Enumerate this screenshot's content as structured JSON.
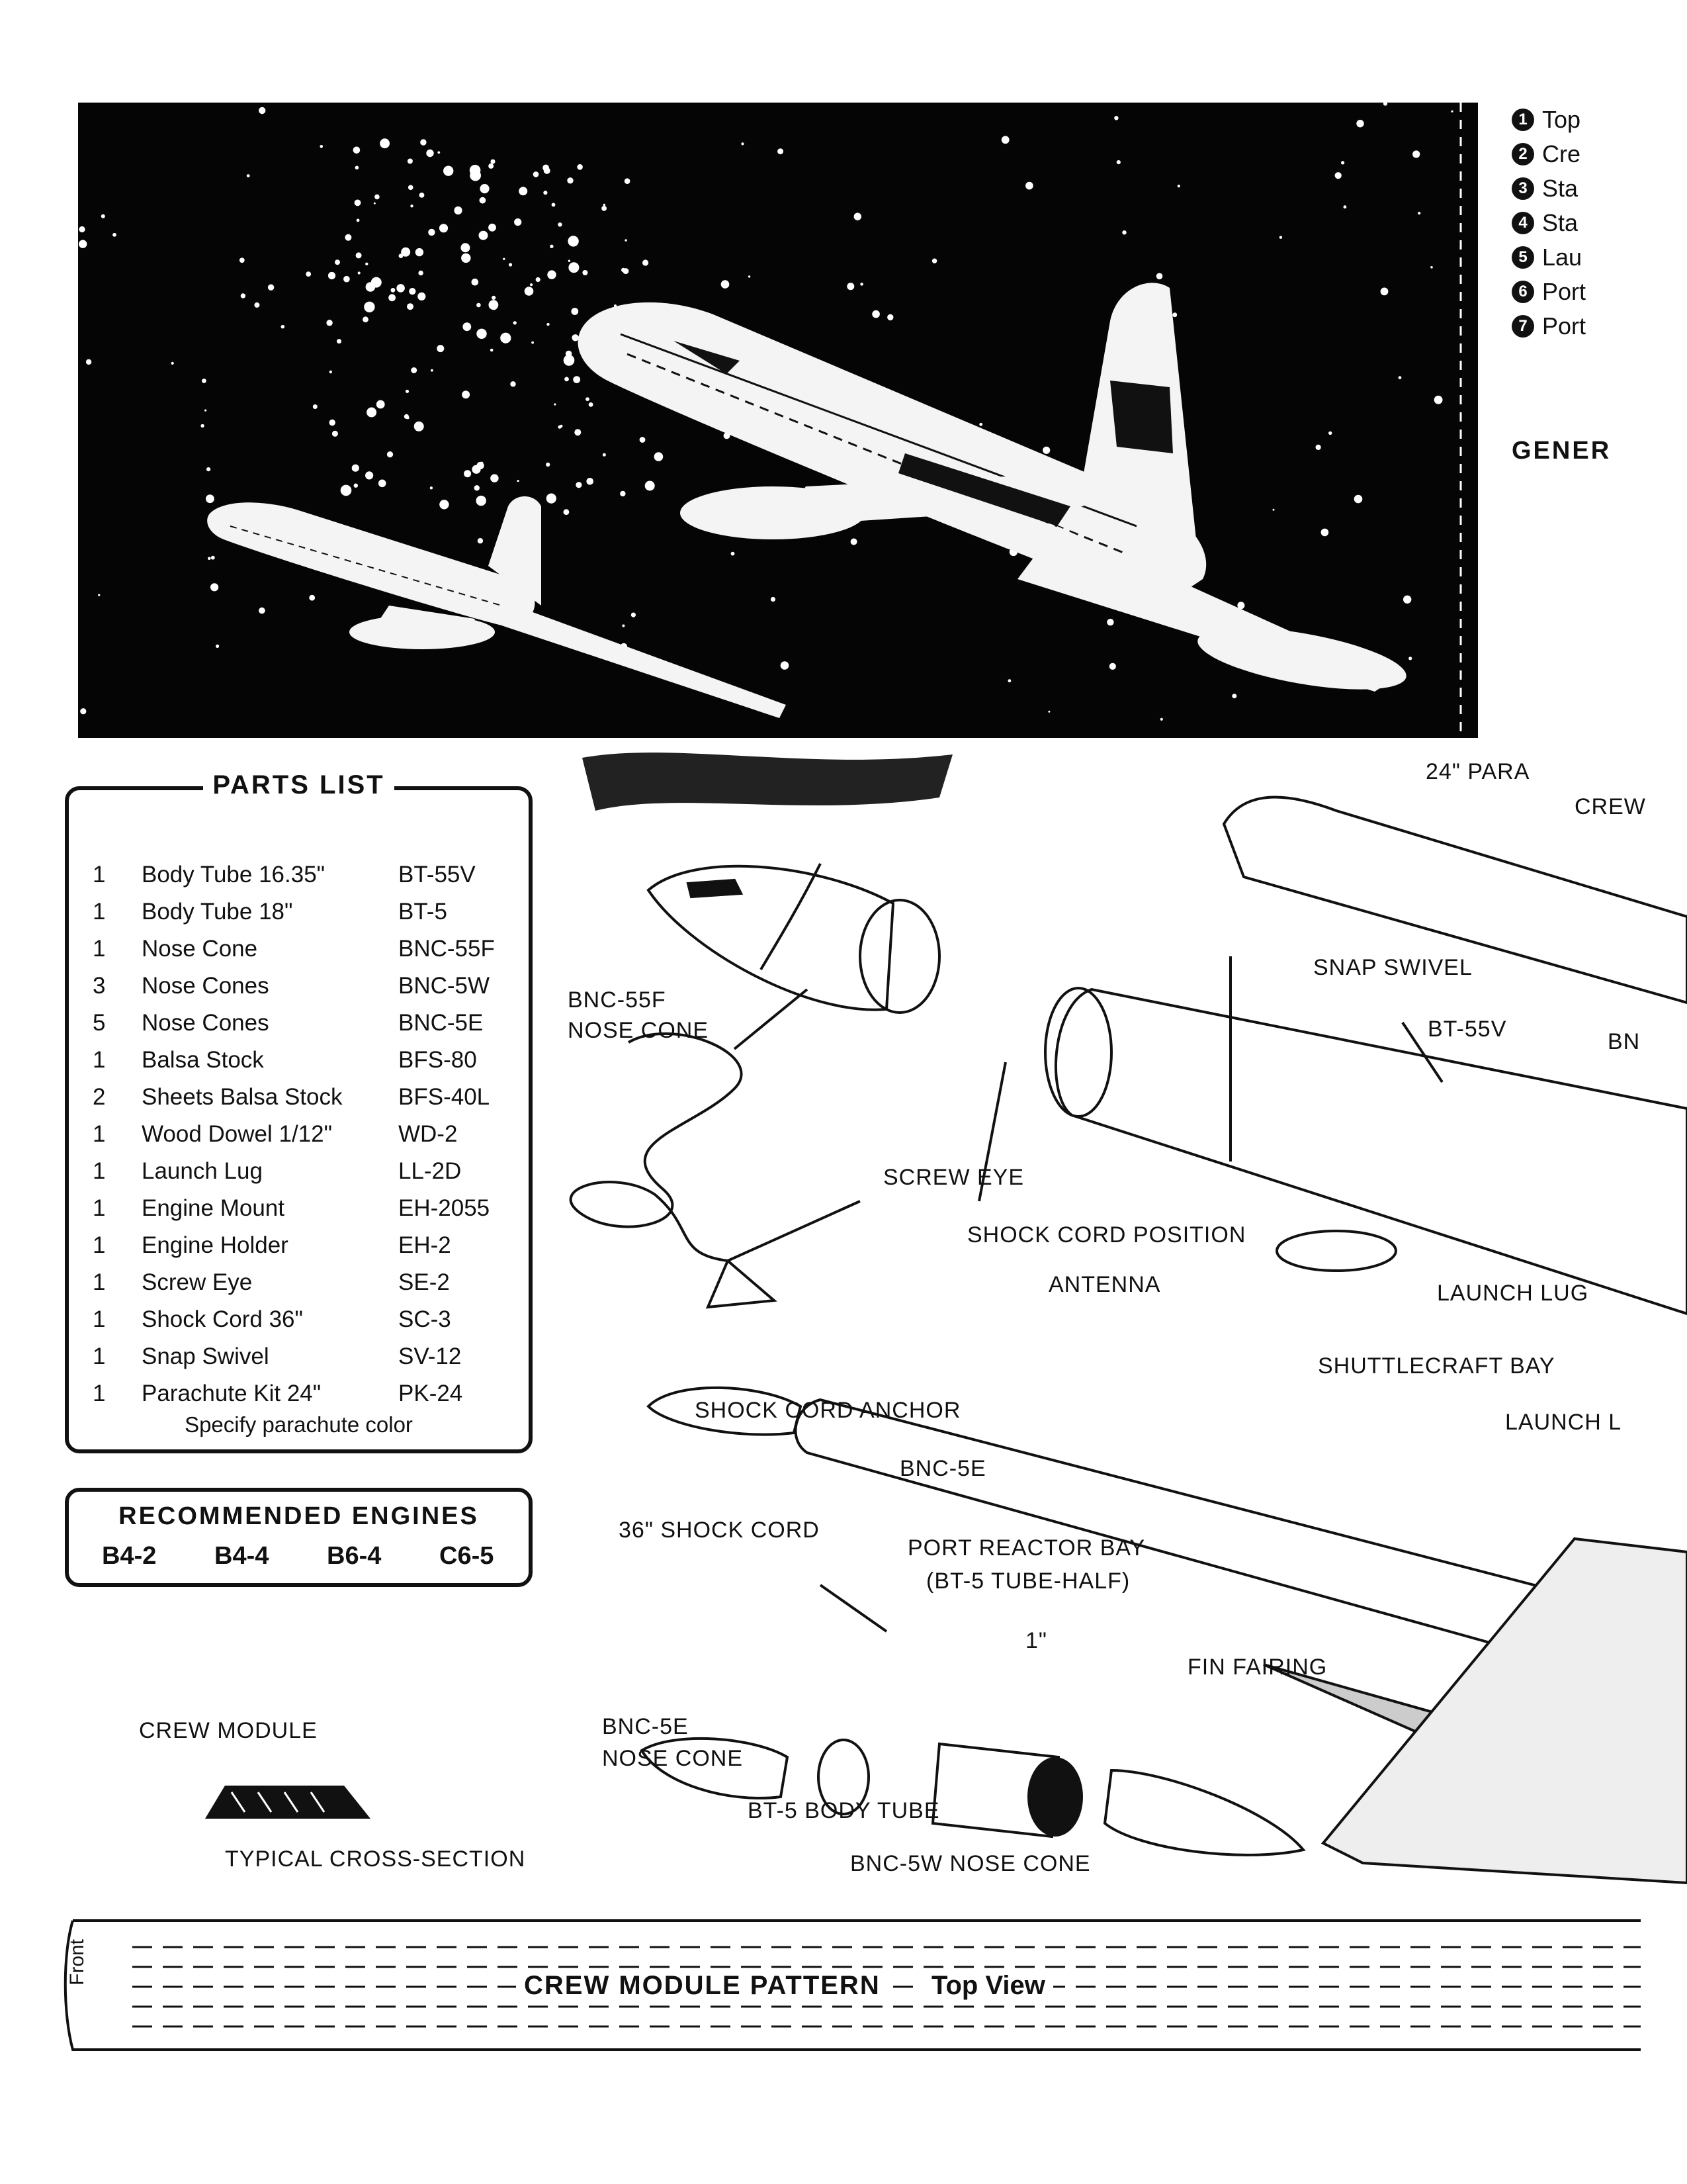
{
  "steps": [
    {
      "num": "1",
      "text": "Top"
    },
    {
      "num": "2",
      "text": "Cre"
    },
    {
      "num": "3",
      "text": "Sta"
    },
    {
      "num": "4",
      "text": "Sta"
    },
    {
      "num": "5",
      "text": "Lau"
    },
    {
      "num": "6",
      "text": "Port"
    },
    {
      "num": "7",
      "text": "Port"
    }
  ],
  "general_heading": "GENER",
  "parts_list": {
    "title": "PARTS LIST",
    "items": [
      {
        "qty": "1",
        "desc": "Body Tube 16.35\"",
        "code": "BT-55V"
      },
      {
        "qty": "1",
        "desc": "Body Tube 18\"",
        "code": "BT-5"
      },
      {
        "qty": "1",
        "desc": "Nose Cone",
        "code": "BNC-55F"
      },
      {
        "qty": "3",
        "desc": "Nose Cones",
        "code": "BNC-5W"
      },
      {
        "qty": "5",
        "desc": "Nose Cones",
        "code": "BNC-5E"
      },
      {
        "qty": "1",
        "desc": "Balsa Stock",
        "code": "BFS-80"
      },
      {
        "qty": "2",
        "desc": "Sheets Balsa Stock",
        "code": "BFS-40L"
      },
      {
        "qty": "1",
        "desc": "Wood Dowel 1/12\"",
        "code": "WD-2"
      },
      {
        "qty": "1",
        "desc": "Launch Lug",
        "code": "LL-2D"
      },
      {
        "qty": "1",
        "desc": "Engine Mount",
        "code": "EH-2055"
      },
      {
        "qty": "1",
        "desc": "Engine Holder",
        "code": "EH-2"
      },
      {
        "qty": "1",
        "desc": "Screw Eye",
        "code": "SE-2"
      },
      {
        "qty": "1",
        "desc": "Shock Cord 36\"",
        "code": "SC-3"
      },
      {
        "qty": "1",
        "desc": "Snap Swivel",
        "code": "SV-12"
      },
      {
        "qty": "1",
        "desc": "Parachute Kit 24\"",
        "code": "PK-24"
      }
    ],
    "note": "Specify parachute color"
  },
  "engines": {
    "title": "RECOMMENDED ENGINES",
    "list": [
      "B4-2",
      "B4-4",
      "B6-4",
      "C6-5"
    ]
  },
  "diagram_labels": {
    "parachute": "24\" PARA",
    "crew": "CREW",
    "snap_swivel": "SNAP SWIVEL",
    "bnc55f": "BNC-55F",
    "nose_cone": "NOSE CONE",
    "bt55v": "BT-55V",
    "bn_cut": "BN",
    "screw_eye": "SCREW EYE",
    "shock_cord_position": "SHOCK CORD POSITION",
    "antenna": "ANTENNA",
    "launch_lug": "LAUNCH LUG",
    "shuttlecraft_bay": "SHUTTLECRAFT BAY",
    "shock_cord_anchor": "SHOCK CORD ANCHOR",
    "launch_l": "LAUNCH L",
    "bnc5e": "BNC-5E",
    "shock_cord_36": "36\" SHOCK CORD",
    "port_reactor_bay": "PORT REACTOR BAY",
    "bt5_tube_half": "(BT-5 TUBE-HALF)",
    "fin_fairing": "FIN FAIRING",
    "bnc5e_2": "BNC-5E",
    "nose_cone_2": "NOSE CONE",
    "one_inch": "1\"",
    "bt5_body_tube": "BT-5 BODY TUBE",
    "bnc5w_nose_cone": "BNC-5W NOSE CONE"
  },
  "crew_module": {
    "label": "CREW MODULE",
    "cross_section": "TYPICAL CROSS-SECTION"
  },
  "pattern": {
    "title": "CREW MODULE PATTERN",
    "sub": "Top View",
    "front": "Front"
  }
}
